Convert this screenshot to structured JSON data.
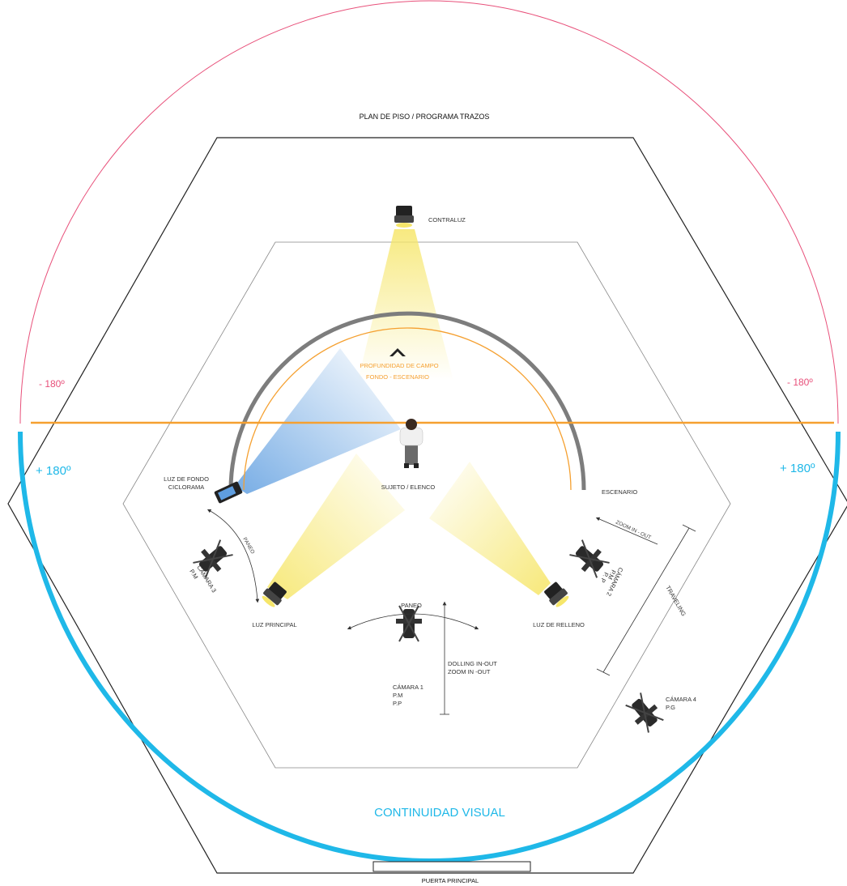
{
  "title": "PLAN DE PISO / PROGRAMA TRAZOS",
  "labels": {
    "contraluz": "CONTRALUZ",
    "profundidad": "PROFUNDIDAD DE CAMPO",
    "fondo_escenario": "FONDO - ESCENARIO",
    "sujeto": "SUJETO / ELENCO",
    "escenario": "ESCENARIO",
    "luz_fondo_1": "LUZ DE FONDO",
    "luz_fondo_2": "CICLORAMA",
    "paneo_side": "PANEO",
    "camara3_1": "CÁMARA 3",
    "camara3_2": "P.M",
    "luz_principal": "LUZ PRINCIPAL",
    "paneo_center": "PANEO",
    "dolling": "DOLLING IN-OUT",
    "zoom_center": "ZOOM IN -OUT",
    "camara1_1": "CÁMARA 1",
    "camara1_2": "P.M",
    "camara1_3": "P.P",
    "zoom_right": "ZOOM IN - OUT",
    "camara2_1": "CÁMARA 2",
    "camara2_2": "P.M",
    "camara2_3": "P. P",
    "traveling": "TRAVELING",
    "luz_relleno": "LUZ DE RELLENO",
    "camara4_1": "CÁMARA 4",
    "camara4_2": "P.G",
    "minus_left": "- 180º",
    "minus_right": "- 180º",
    "plus_left": "+ 180º",
    "plus_right": "+ 180º",
    "continuidad": "CONTINUIDAD VISUAL",
    "puerta": "PUERTA PRINCIPAL"
  },
  "colors": {
    "pink": "#e8507a",
    "cyan": "#1fb8e8",
    "orange": "#f5a030",
    "gray_arc": "#7d7d7d",
    "light_yellow": "#f6e66a",
    "light_blue": "#6fa8e0"
  },
  "icons": [
    "spotlight-icon",
    "camera-icon",
    "person-icon",
    "chevron-up-icon"
  ]
}
